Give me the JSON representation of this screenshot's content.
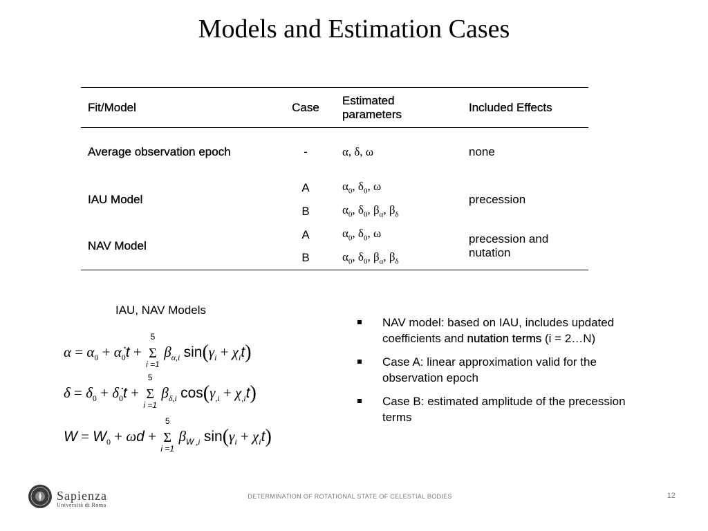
{
  "title": "Models and Estimation Cases",
  "table": {
    "headers": [
      "Fit/Model",
      "Case",
      "Estimated parameters",
      "Included Effects"
    ],
    "header_col3_line1": "Estimated",
    "header_col3_line2": "parameters",
    "rows": [
      {
        "model": "Average observation epoch",
        "case": "-",
        "params": "α, δ, ω",
        "effects": "none"
      },
      {
        "model": "IAU Model",
        "case": "A",
        "params": "α0, δ0, ω",
        "effects": "precession"
      },
      {
        "model": "",
        "case": "B",
        "params": "α0, δ0, βα, βδ",
        "effects": ""
      },
      {
        "model": "NAV Model",
        "case": "A",
        "params": "α0, δ0, ω",
        "effects": "precession and nutation"
      },
      {
        "model": "",
        "case": "B",
        "params": "α0, δ0, βα, βδ",
        "effects": ""
      }
    ],
    "nav_effects_line1": "precession and",
    "nav_effects_line2": "nutation"
  },
  "equations": {
    "caption": "IAU, NAV Models",
    "eq1": "α = α0 + α̇0 t + Σ(i=1..5) βα,i sin(γi + χi t)",
    "eq2": "δ = δ0 + δ̇0 t + Σ(i=1..5) βδ,i cos(γ,i + χ,i t)",
    "eq3": "W = W0 + ωd + Σ(i=1..5) βW,i sin(γi + χi t)"
  },
  "bullets": [
    {
      "pre": "NAV model: based on IAU, includes updated coefficients and ",
      "bold": "nutation terms",
      "post": " (i = 2…N)"
    },
    {
      "pre": "Case A: linear approximation valid for the observation epoch",
      "bold": "",
      "post": ""
    },
    {
      "pre": "Case B:  estimated amplitude of the precession terms",
      "bold": "",
      "post": ""
    }
  ],
  "footer": {
    "brand": "Sapienza",
    "brand_sub": "Università di Roma",
    "text": "DETERMINATION OF ROTATIONAL STATE OF CELESTIAL BODIES",
    "page": "12"
  },
  "icons": {
    "logo": "sapienza-seal-icon",
    "bullet": "square-bullet-icon"
  }
}
